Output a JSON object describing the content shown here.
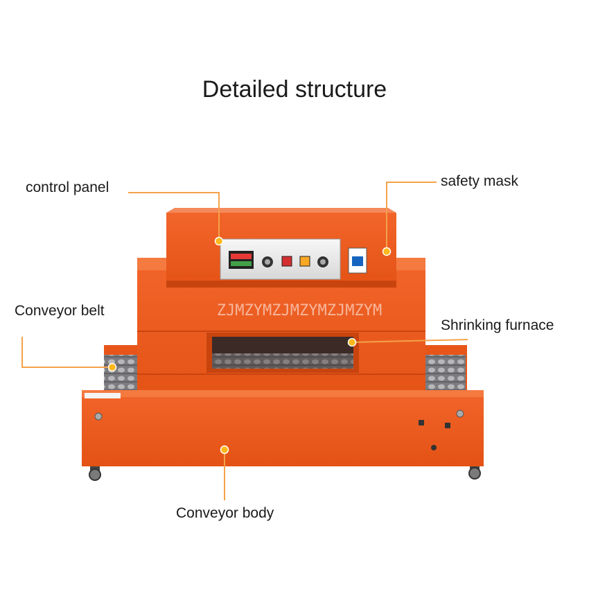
{
  "title": "Detailed structure",
  "watermark": "ZJMZYMZJMZYMZJMZYM",
  "labels": {
    "control_panel": "control panel",
    "safety_mask": "safety mask",
    "conveyor_belt": "Conveyor belt",
    "shrinking_furnace": "Shrinking furnace",
    "conveyor_body": "Conveyor body"
  },
  "colors": {
    "machine": "#ee5a1c",
    "machine_dark": "#c8440e",
    "leader": "#f4a24a",
    "dot": "#ffb81c"
  }
}
